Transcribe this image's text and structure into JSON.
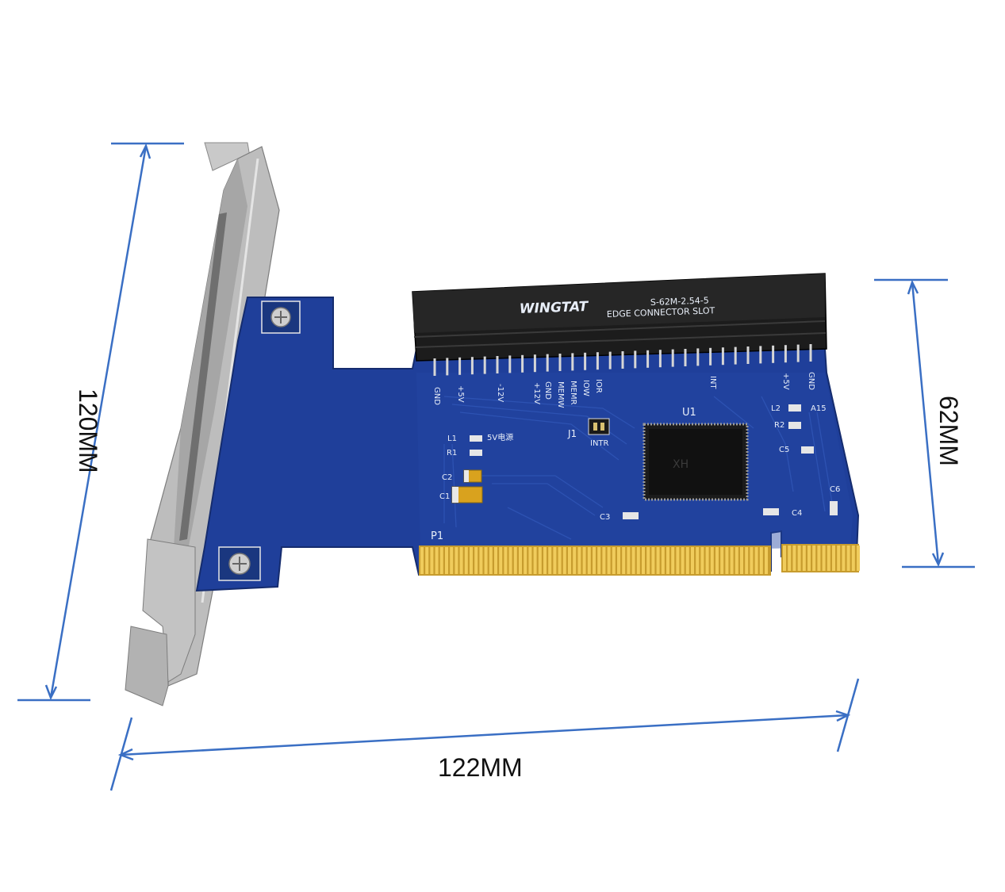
{
  "photo": {
    "subject": "PCI to ISA adapter card with metal bracket"
  },
  "dimensions": {
    "height_label": "120MM",
    "width_label": "122MM",
    "connector_height_label": "62MM"
  },
  "colors": {
    "dimension_line": "#3a6fc4",
    "pcb": "#1f3f9a",
    "pcb_dark": "#17307a",
    "bracket": "#b9b9b9",
    "gold_fingers": "#d9b24a",
    "connector": "#1c1c1c"
  },
  "board": {
    "brand": "WINGTAT",
    "connector_code": "S-62M-2.54-5",
    "connector_name": "EDGE CONNECTOR SLOT",
    "chip_label": "U1",
    "chip_marking": "XH",
    "jumper_label": "J1",
    "jumper_sub": "INTR",
    "power_label": "5V电源",
    "connector_ref": "P1",
    "components": [
      "L1",
      "R1",
      "C2",
      "C1",
      "C3",
      "C4",
      "C5",
      "C6",
      "L2",
      "R2",
      "A15"
    ],
    "pin_labels": [
      "GND",
      "+5V",
      "-12V",
      "+12V",
      "GND",
      "MEMW",
      "MEMR",
      "IOW",
      "IOR",
      "INT",
      "+5V",
      "GND"
    ]
  }
}
